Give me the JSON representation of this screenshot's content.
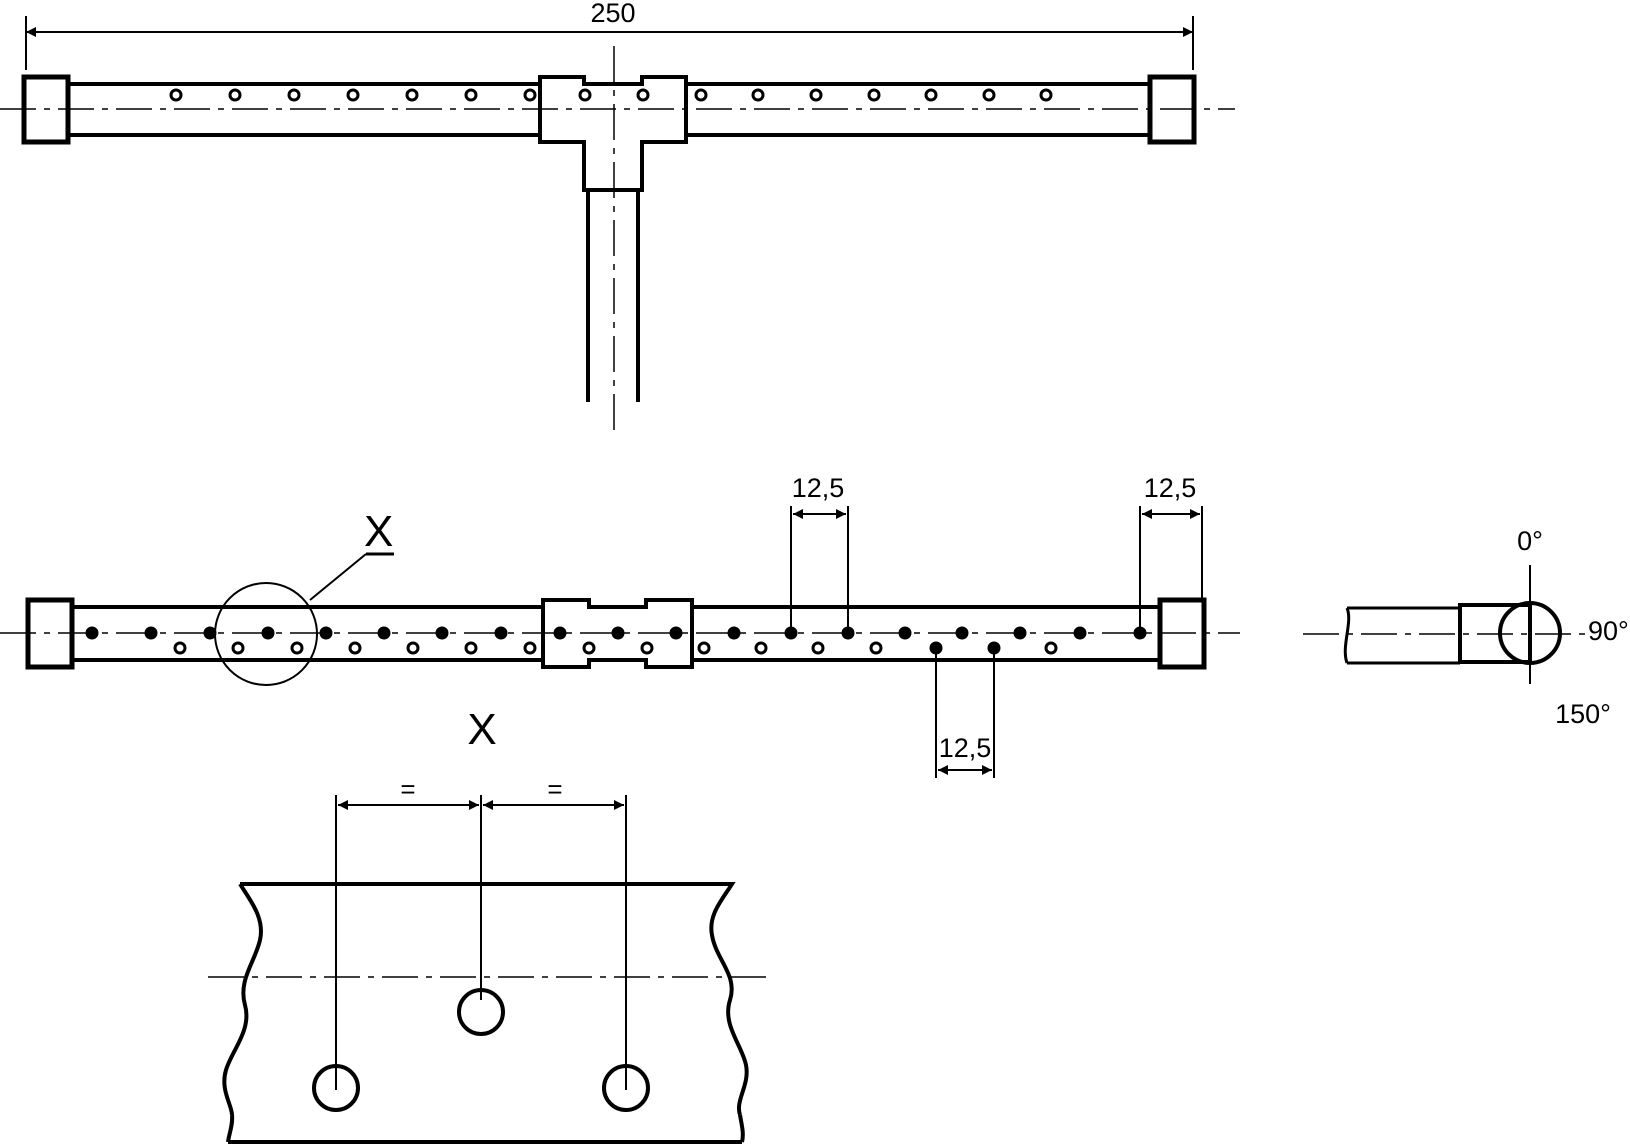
{
  "figure": {
    "dimensions": {
      "overall_length": "250",
      "hole_pitch_top": "12,5",
      "end_offset": "12,5",
      "hole_pitch_bottom": "12,5",
      "equal_left": "=",
      "equal_right": "="
    },
    "detail": {
      "callout_label": "X",
      "view_title": "X"
    },
    "angles": {
      "a0": "0°",
      "a90": "90°",
      "a150": "150°"
    }
  }
}
